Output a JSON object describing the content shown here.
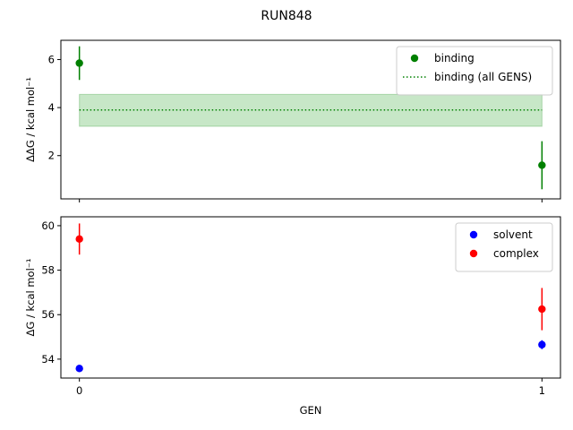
{
  "chart_data": [
    {
      "type": "scatter",
      "title": "RUN848",
      "ylabel": "ΔΔG / kcal mol⁻¹",
      "xlim": [
        -0.04,
        1.04
      ],
      "ylim": [
        0.2,
        6.8
      ],
      "yticks": [
        2,
        4,
        6
      ],
      "grid": false,
      "legend_position": "top-right",
      "series": [
        {
          "name": "binding",
          "color": "#008000",
          "points": [
            {
              "x": 0,
              "y": 5.85,
              "err": 0.7
            },
            {
              "x": 1,
              "y": 1.6,
              "err": 1.0
            }
          ]
        }
      ],
      "reference": {
        "name": "binding (all GENS)",
        "color": "#008000",
        "y": 3.9,
        "band": [
          3.22,
          4.55
        ],
        "band_color": "#90d090",
        "x_range": [
          0,
          1
        ]
      }
    },
    {
      "type": "scatter",
      "xlabel": "GEN",
      "ylabel": "ΔG / kcal mol⁻¹",
      "xlim": [
        -0.04,
        1.04
      ],
      "ylim": [
        53.15,
        60.4
      ],
      "xticks": [
        0,
        1
      ],
      "yticks": [
        54,
        56,
        58,
        60
      ],
      "grid": false,
      "legend_position": "top-right",
      "series": [
        {
          "name": "solvent",
          "color": "#0000ff",
          "points": [
            {
              "x": 0,
              "y": 53.58,
              "err": 0.15
            },
            {
              "x": 1,
              "y": 54.65,
              "err": 0.2
            }
          ]
        },
        {
          "name": "complex",
          "color": "#ff0000",
          "points": [
            {
              "x": 0,
              "y": 59.4,
              "err": 0.7
            },
            {
              "x": 1,
              "y": 56.25,
              "err": 0.95
            }
          ]
        }
      ]
    }
  ]
}
